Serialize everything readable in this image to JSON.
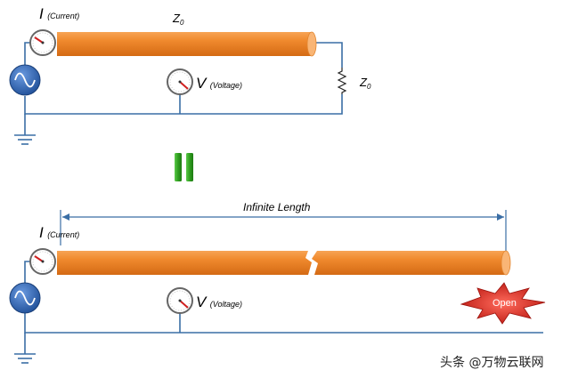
{
  "top": {
    "current_symbol": "I",
    "current_label": "(Current)",
    "impedance_symbol": "Z",
    "impedance_sub": "0",
    "voltage_symbol": "V",
    "voltage_label": "(Voltage)",
    "load_symbol": "Z",
    "load_sub": "0"
  },
  "bottom": {
    "length_label": "Infinite Length",
    "current_symbol": "I",
    "current_label": "(Current)",
    "voltage_symbol": "V",
    "voltage_label": "(Voltage)",
    "open_label": "Open"
  },
  "watermark": "头条 @万物云联网",
  "colors": {
    "wire": "#3a6ea5",
    "cable_dark": "#e27a1c",
    "cable_light": "#ffb366",
    "equals": "#2f9e1f",
    "burst": "#d42a22",
    "source": "#2c5fa8"
  }
}
